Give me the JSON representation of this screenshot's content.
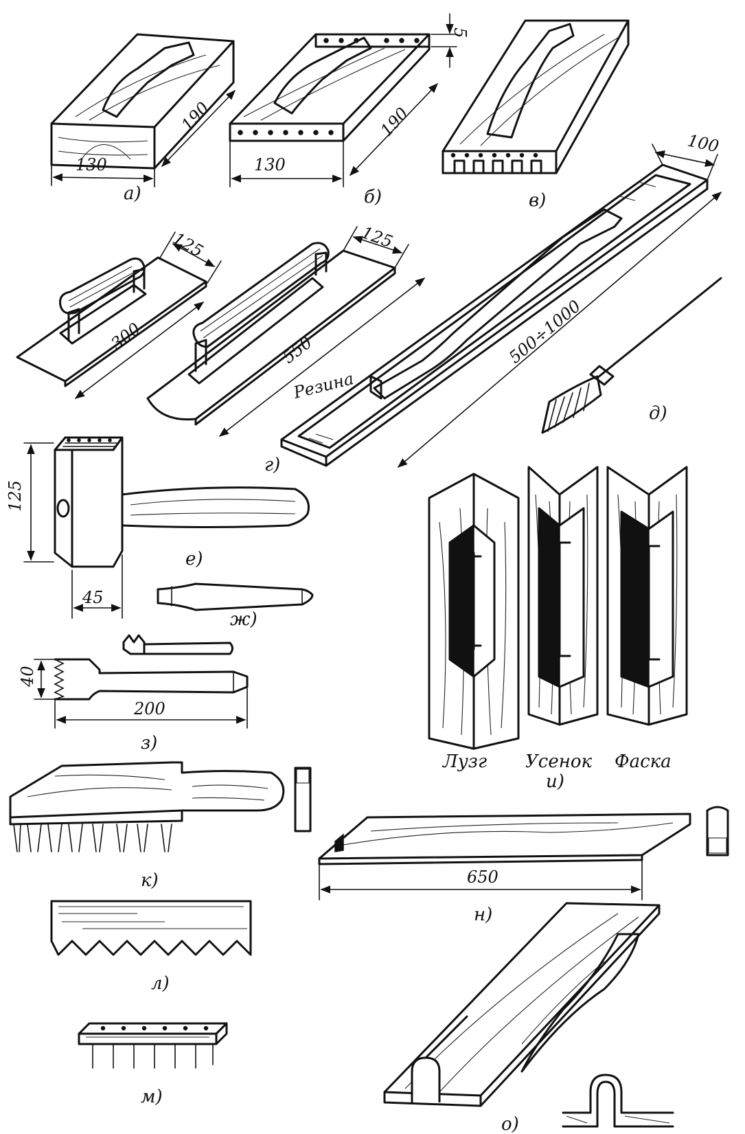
{
  "figures": {
    "a": {
      "caption": "а)",
      "dim_width": "130",
      "dim_length": "190"
    },
    "b": {
      "caption": "б)",
      "dim_width": "130",
      "dim_length": "190",
      "dim_edge": "5"
    },
    "v": {
      "caption": "в)"
    },
    "g": {
      "caption": "г)",
      "dim_small_width": "125",
      "dim_small_length": "300",
      "dim_large_width": "125",
      "dim_large_length": "550",
      "material_label": "Резина"
    },
    "d": {
      "caption": "д)",
      "dim_width": "100",
      "dim_length": "500÷1000"
    },
    "e": {
      "caption": "е)",
      "dim_height": "125",
      "dim_width": "45"
    },
    "zh": {
      "caption": "ж)"
    },
    "z": {
      "caption": "з)",
      "dim_height": "40",
      "dim_length": "200"
    },
    "i": {
      "caption": "и)",
      "labels": [
        "Лузг",
        "Усенок",
        "Фаска"
      ]
    },
    "k": {
      "caption": "к)"
    },
    "n": {
      "caption": "н)",
      "dim_length": "650"
    },
    "l": {
      "caption": "л)"
    },
    "m": {
      "caption": "м)"
    },
    "o": {
      "caption": "о)"
    }
  }
}
